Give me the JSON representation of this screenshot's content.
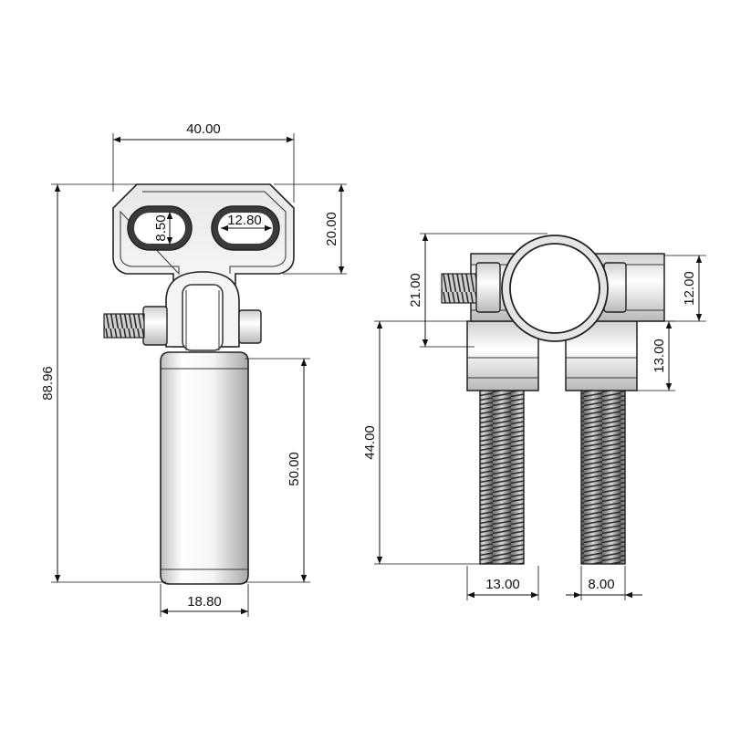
{
  "dimensions": {
    "left_width": "40.00",
    "left_slot_height": "8.50",
    "left_slot_length": "12.80",
    "left_head_height": "20.00",
    "left_total_height": "88.96",
    "left_body_height": "50.00",
    "left_body_width": "18.80",
    "right_clamp_height": "21.00",
    "right_ring_height": "12.00",
    "right_block_height": "13.00",
    "right_total_height": "44.00",
    "right_bolt_spacing": "13.00",
    "right_bolt_diameter": "8.00"
  },
  "colors": {
    "line": "#111111",
    "metal_dark": "#3a3a3a",
    "metal_light": "#f2f2f2"
  }
}
